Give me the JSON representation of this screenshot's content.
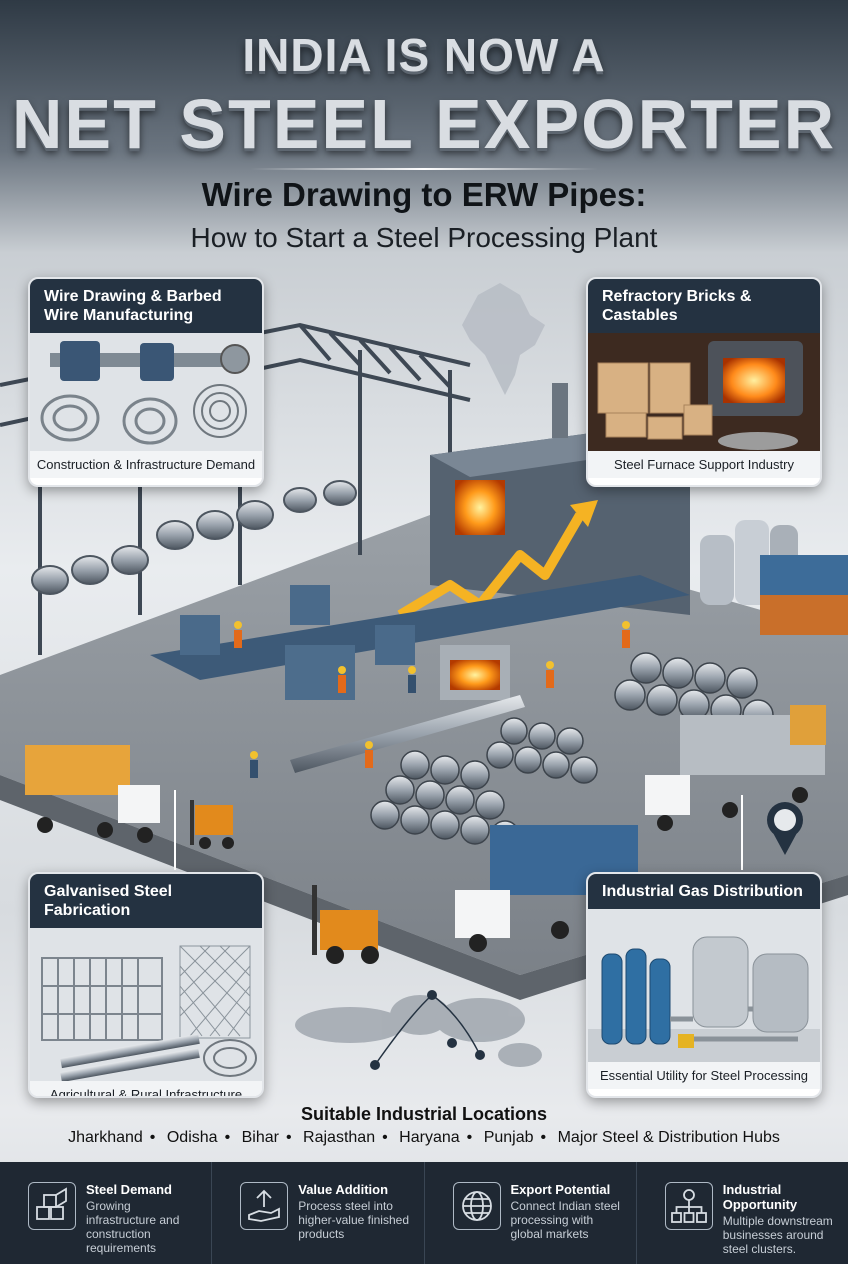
{
  "header": {
    "line1": "INDIA IS NOW A",
    "line2": "NET STEEL EXPORTER",
    "subtitle1": "Wire Drawing to ERW Pipes:",
    "subtitle2": "How to Start a Steel Processing Plant"
  },
  "cards": {
    "wire": {
      "title": "Wire Drawing & Barbed Wire Manufacturing",
      "caption": "Construction & Infrastructure Demand"
    },
    "refractory": {
      "title": "Refractory Bricks & Castables",
      "caption": "Steel Furnace Support Industry"
    },
    "galvanised": {
      "title": "Galvanised Steel Fabrication",
      "caption": "Agricultural & Rural Infrastructure"
    },
    "gas": {
      "title": "Industrial Gas Distribution",
      "caption": "Essential Utility for Steel Processing"
    }
  },
  "locations": {
    "title": "Suitable Industrial Locations",
    "items": [
      "Jharkhand",
      "Odisha",
      "Bihar",
      "Rajasthan",
      "Haryana",
      "Punjab",
      "Major Steel & Distribution Hubs"
    ]
  },
  "bottom": [
    {
      "icon": "steel-beams-icon",
      "title": "Steel Demand",
      "text": "Growing infrastructure and construction requirements"
    },
    {
      "icon": "value-hand-icon",
      "title": "Value Addition",
      "text": "Process steel into higher-value finished products"
    },
    {
      "icon": "globe-icon",
      "title": "Export Potential",
      "text": "Connect Indian steel processing with global markets"
    },
    {
      "icon": "network-gear-icon",
      "title": "Industrial Opportunity",
      "text": "Multiple downstream businesses around steel clusters."
    }
  ],
  "colors": {
    "navy": "#243241",
    "footer": "#1f2833",
    "accent": "#f5a623"
  }
}
